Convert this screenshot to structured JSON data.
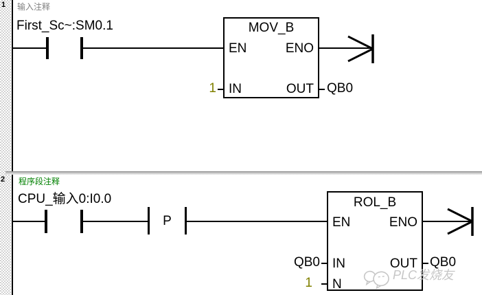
{
  "editor": {
    "watermark": {
      "text": "PLC发烧友"
    },
    "colors": {
      "network1_comment": "#808080",
      "network2_comment": "#008000",
      "constant_operand": "#808000",
      "watermark": "#c6c6c6",
      "wire": "#000000"
    }
  },
  "networks": [
    {
      "number": "1",
      "comment": "输入注释",
      "contact1_label": "First_Sc~:SM0.1",
      "block": {
        "title": "MOV_B",
        "en": "EN",
        "eno": "ENO",
        "in_label": "IN",
        "out_label": "OUT",
        "in_operand": "1",
        "out_operand": "QB0"
      }
    },
    {
      "number": "2",
      "comment": "程序段注释",
      "contact1_label": "CPU_输入0:I0.0",
      "edge_contact": "P",
      "block": {
        "title": "ROL_B",
        "en": "EN",
        "eno": "ENO",
        "in_label": "IN",
        "out_label": "OUT",
        "n_label": "N",
        "in_operand": "QB0",
        "out_operand": "QB0",
        "n_operand": "1"
      }
    }
  ]
}
